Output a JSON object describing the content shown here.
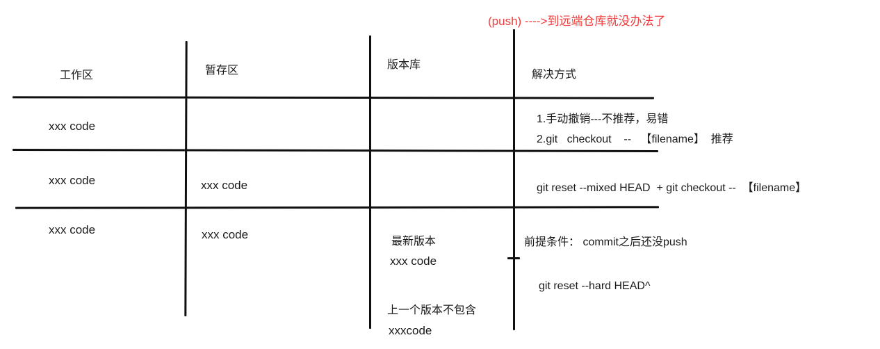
{
  "colors": {
    "annotation_red": "#ef3b3b",
    "ink": "#1b1b1b",
    "background": "#ffffff"
  },
  "annotation": {
    "push_note": "(push) ---->到远端仓库就没办法了"
  },
  "table": {
    "headers": {
      "work": "工作区",
      "stage": "暂存区",
      "repo": "版本库",
      "solution": "解决方式"
    },
    "rows": [
      {
        "work": "xxx code",
        "stage": "",
        "repo": "",
        "solution": [
          "1.手动撤销---不推荐，易错",
          "2.git   checkout    --   【filename】  推荐"
        ]
      },
      {
        "work": "xxx code",
        "stage": "xxx code",
        "repo": "",
        "solution": [
          "git reset --mixed HEAD  + git checkout --  【filename】"
        ]
      },
      {
        "work": "xxx code",
        "stage": "xxx code",
        "repo": [
          "最新版本",
          "xxx code",
          "上一个版本不包含",
          "xxxcode"
        ],
        "solution": [
          "前提条件： commit之后还没push",
          "git reset --hard HEAD^"
        ]
      }
    ]
  }
}
